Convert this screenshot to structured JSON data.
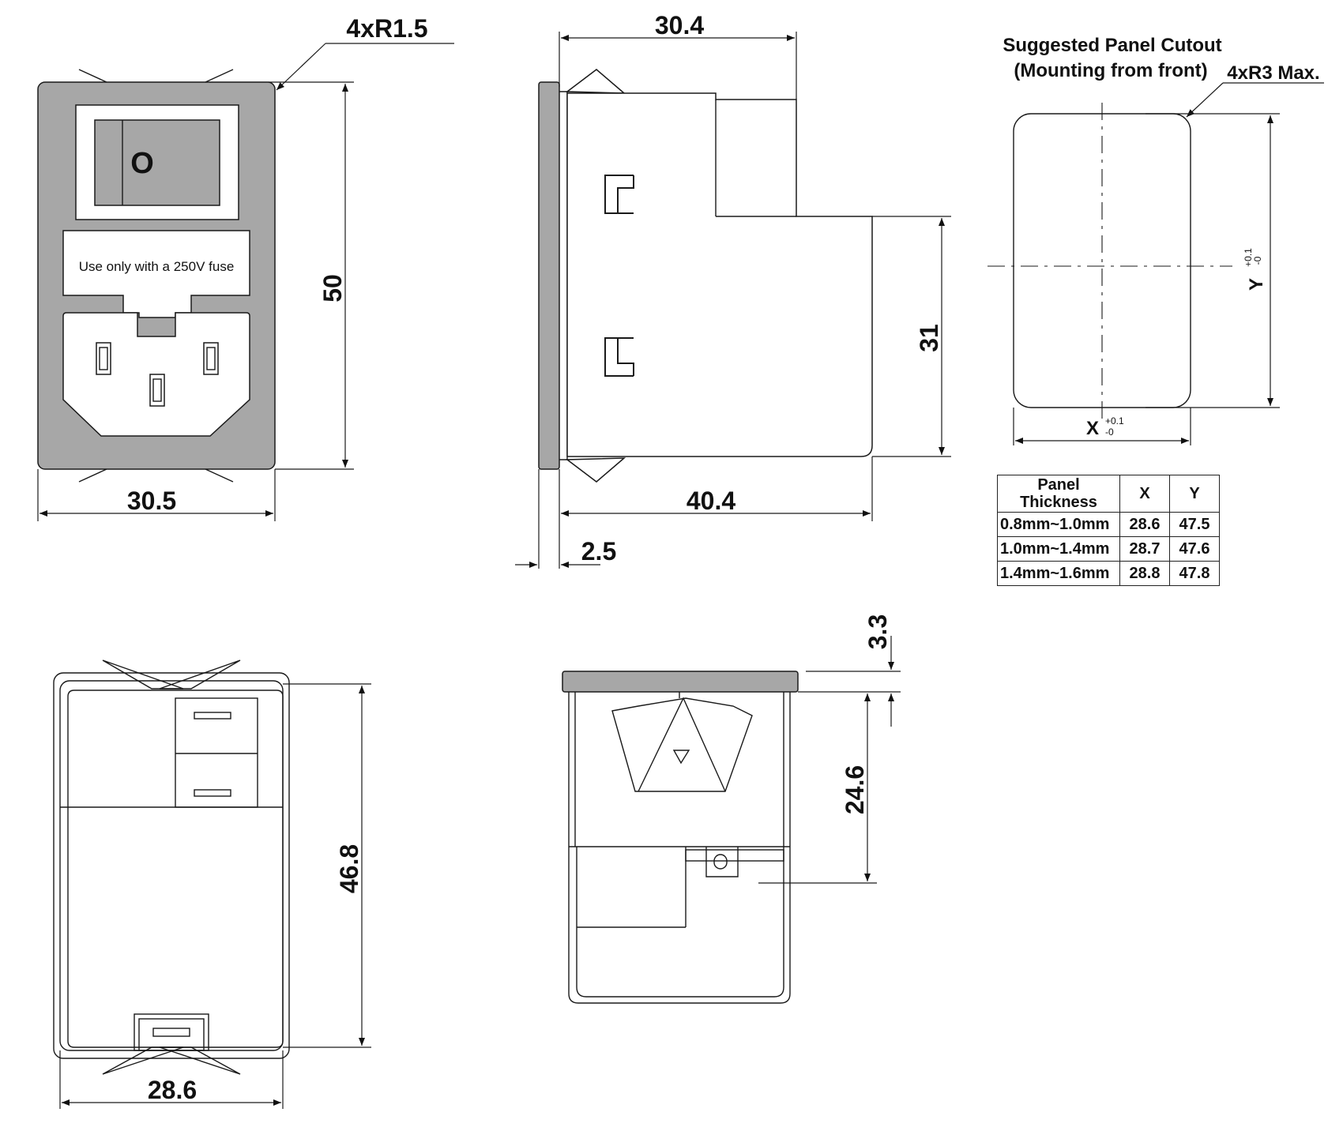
{
  "front_view": {
    "radius_label": "4xR1.5",
    "switch_symbol": "O",
    "fuse_label": "Use only with a 250V fuse",
    "height_dim": "50",
    "width_dim": "30.5"
  },
  "side_view": {
    "top_dim": "30.4",
    "right_dim": "31",
    "bottom_dim": "40.4",
    "flange_dim": "2.5"
  },
  "cutout": {
    "title_line1": "Suggested Panel Cutout",
    "title_line2": "(Mounting from front)",
    "radius_label": "4xR3 Max.",
    "x_label": "X",
    "x_tol_plus": "+0.1",
    "x_tol_minus": "-0",
    "y_label": "Y",
    "y_tol_plus": "+0.1",
    "y_tol_minus": "-0"
  },
  "table": {
    "headers": [
      "Panel Thickness",
      "X",
      "Y"
    ],
    "rows": [
      [
        "0.8mm~1.0mm",
        "28.6",
        "47.5"
      ],
      [
        "1.0mm~1.4mm",
        "28.7",
        "47.6"
      ],
      [
        "1.4mm~1.6mm",
        "28.8",
        "47.8"
      ]
    ]
  },
  "rear_view": {
    "height_dim": "46.8",
    "width_dim": "28.6"
  },
  "bottom_view": {
    "top_dim": "3.3",
    "height_dim": "24.6"
  }
}
